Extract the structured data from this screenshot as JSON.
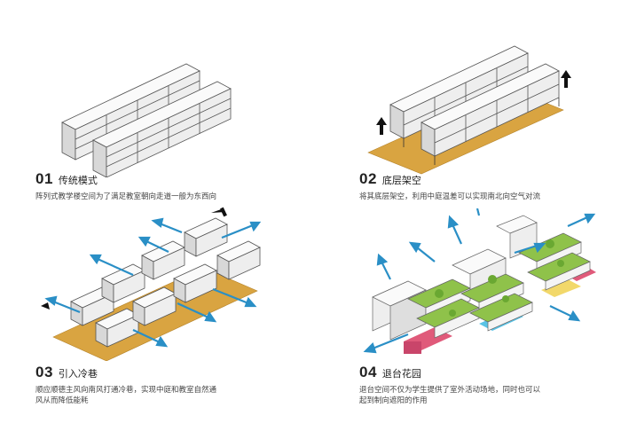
{
  "panels": [
    {
      "number": "01",
      "title": "传统模式",
      "description": "阵列式教学楼空间为了满足教室朝向走道一般为东西向"
    },
    {
      "number": "02",
      "title": "底层架空",
      "description": "将其底层架空，利用中庭温差可以实现南北向空气对流"
    },
    {
      "number": "03",
      "title": "引入冷巷",
      "description": "顺应顺德主风向南风打通冷巷，实现中庭和教室自然通风从而降低能耗"
    },
    {
      "number": "04",
      "title": "退台花园",
      "description": "退台空间不仅为学生提供了室外活动场地，同时也可以起到制向遮阳的作用"
    }
  ],
  "colors": {
    "wood": "#d9a441",
    "arrow_blue": "#2a8fc6",
    "green": "#8fc24a",
    "pink": "#e05a7a",
    "yellow": "#f2d86a",
    "cyan": "#5ac3e6"
  }
}
